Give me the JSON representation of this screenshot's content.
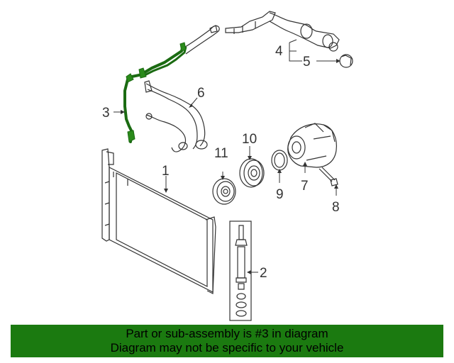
{
  "callouts": {
    "c1": "1",
    "c2": "2",
    "c3": "3",
    "c4": "4",
    "c5": "5",
    "c6": "6",
    "c7": "7",
    "c8": "8",
    "c9": "9",
    "c10": "10",
    "c11": "11"
  },
  "banner": {
    "line1": "Part or sub-assembly is #3 in diagram",
    "line2": "Diagram may not be specific to your vehicle"
  },
  "colors": {
    "highlight": "#1b6b12",
    "banner": "#1b7a10",
    "line": "#333333"
  }
}
